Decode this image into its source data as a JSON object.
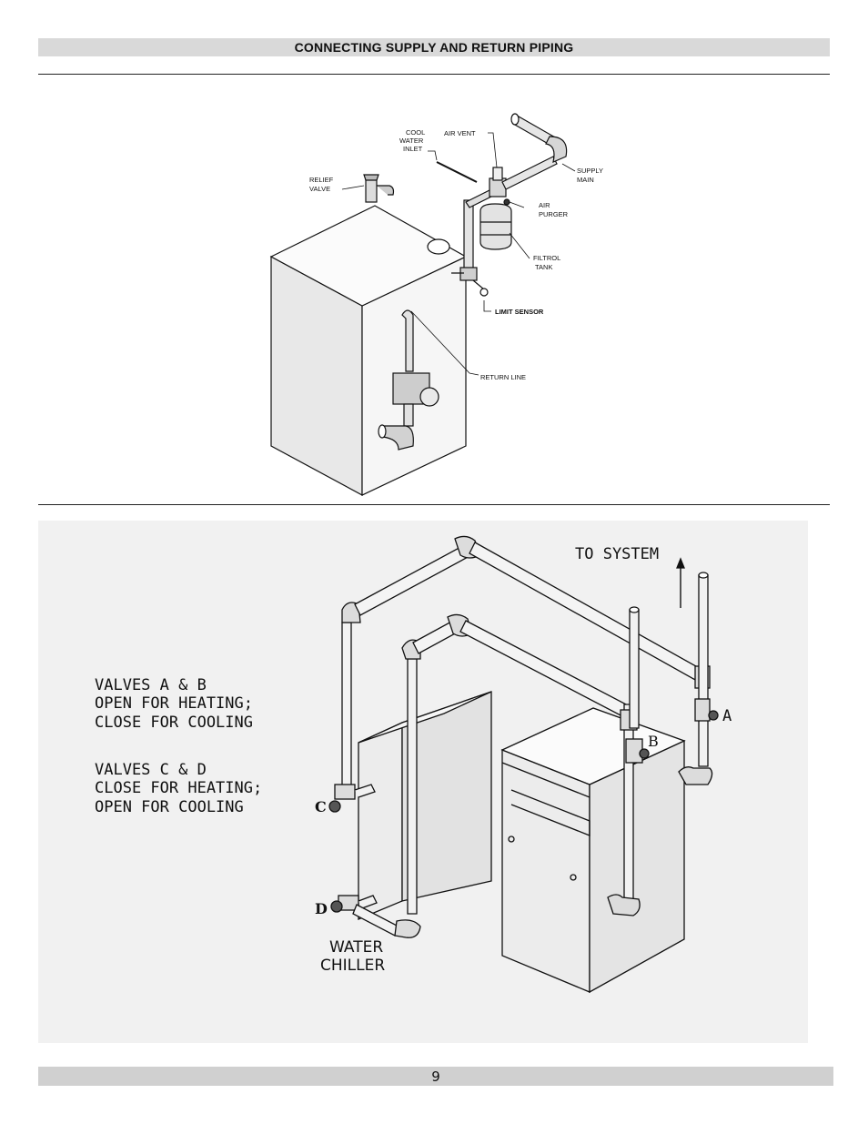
{
  "header": {
    "title": "CONNECTING SUPPLY AND RETURN PIPING"
  },
  "figure1": {
    "labels": {
      "cool_water_inlet": [
        "COOL",
        "WATER",
        "INLET"
      ],
      "air_vent": "AIR VENT",
      "supply_main": [
        "SUPPLY",
        "MAIN"
      ],
      "relief_valve": [
        "RELIEF",
        "VALVE"
      ],
      "air_purger": [
        "AIR",
        "PURGER"
      ],
      "filtrol_tank": [
        "FILTROL",
        "TANK"
      ],
      "limit_sensor": "LIMIT SENSOR",
      "return_line": "RETURN LINE"
    }
  },
  "figure2": {
    "to_system": "TO SYSTEM",
    "note_ab": [
      "VALVES A & B",
      "OPEN FOR HEATING;",
      "CLOSE FOR COOLING"
    ],
    "note_cd": [
      "VALVES C & D",
      "CLOSE FOR HEATING;",
      "OPEN FOR COOLING"
    ],
    "valve_a": "A",
    "valve_b": "B",
    "valve_c": "C",
    "valve_d": "D",
    "water_chiller": [
      "WATER",
      "CHILLER"
    ]
  },
  "footer": {
    "page_number": "9"
  }
}
